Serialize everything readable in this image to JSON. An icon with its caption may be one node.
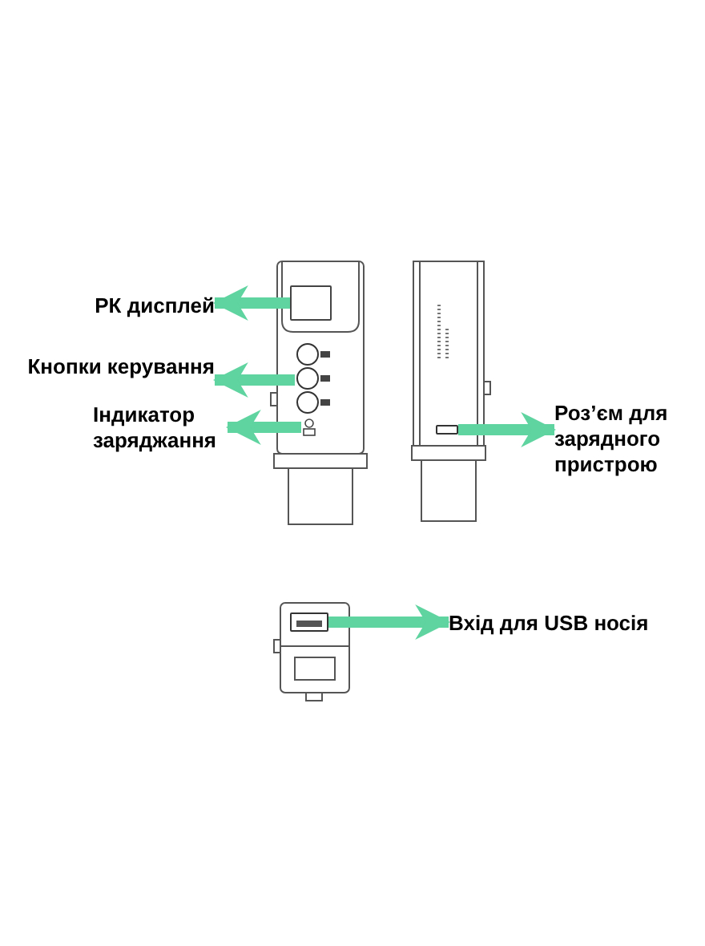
{
  "diagram": {
    "nodes": [
      {
        "text": [
          "РК дисплей"
        ]
      },
      {
        "text": [
          "Кнопки керування"
        ]
      },
      {
        "text": [
          "Індикатор заряджання"
        ]
      },
      {
        "text": [
          "Роз’єм для зарядного пристрою"
        ]
      },
      {
        "text": [
          "Вхід для USB носія"
        ]
      },
      {
        "text": [],
        "shape": "box"
      },
      {
        "text": [],
        "shape": "circle"
      },
      {
        "text": [],
        "shape": "box"
      },
      {
        "text": [],
        "shape": "box"
      },
      {
        "text": [],
        "shape": "box"
      }
    ],
    "edges": [
      {
        "from": 5,
        "to": 0,
        "arrow": "to"
      },
      {
        "from": 6,
        "to": 1,
        "arrow": "to"
      },
      {
        "from": 7,
        "to": 2,
        "arrow": "to"
      },
      {
        "from": 8,
        "to": 3,
        "arrow": "to"
      },
      {
        "from": 9,
        "to": 4,
        "arrow": "to"
      }
    ]
  }
}
